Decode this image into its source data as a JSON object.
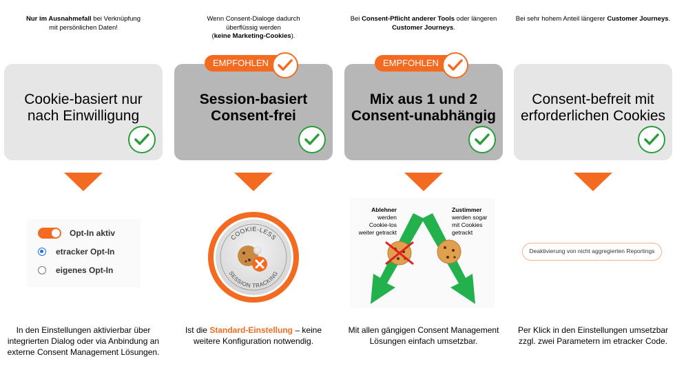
{
  "columns": [
    {
      "note": [
        "Nur im Ausnahmefall",
        " bei Verknüpfung",
        "mit persönlichen Daten!"
      ],
      "title_line1": "Cookie-basiert nur",
      "title_line2": "nach Einwilligung",
      "desc": "In den Einstellungen aktivierbar über integrierten Dialog oder via Anbindung an externe Consent Management Lösungen."
    },
    {
      "note_line1": "Wenn Consent-Dialoge dadurch",
      "note_line2": "überflüssig werden",
      "note_line3_open": "(",
      "note_line3_bold": "keine Marketing-Cookies",
      "note_line3_close": ").",
      "badge": "EMPFOHLEN",
      "title_line1": "Session-basiert",
      "title_line2": "Consent-frei",
      "desc_pre": "Ist die ",
      "desc_hl": "Standard-Einstellung",
      "desc_post": " – keine weitere Konfiguration notwendig."
    },
    {
      "note_pre": "Bei ",
      "note_bold1": "Consent-Pflicht anderer Tools",
      "note_mid": " oder längeren ",
      "note_bold2": "Customer Journeys",
      "note_end": ".",
      "badge": "EMPFOHLEN",
      "title_line1": "Mix aus 1 und 2",
      "title_line2": "Consent-unabhängig",
      "desc": "Mit allen gängigen Consent Management Lösungen einfach umsetzbar."
    },
    {
      "note_pre": "Bei sehr hohem Anteil längerer ",
      "note_bold": "Customer Journeys",
      "note_end": ".",
      "title_line1": "Consent-befreit mit",
      "title_line2": "erforderlichen Cookies",
      "desc": "Per Klick in den Einstellungen umsetzbar zzgl. zwei Parametern im etracker Code."
    }
  ],
  "optin": {
    "toggle_label": "Opt-In aktiv",
    "radio1_label": "etracker Opt-In",
    "radio2_label": "eigenes Opt-In",
    "toggle_on": true,
    "selected": "etracker Opt-In"
  },
  "seal": {
    "top_text": "COOKIE-LESS",
    "bottom_text": "SESSION TRACKING"
  },
  "mix": {
    "left_title": "Ablehner",
    "left_l1": "werden",
    "left_l2": "Cookie-los",
    "left_l3": "weiter getrackt",
    "right_title": "Zustimmer",
    "right_l1": "werden sogar",
    "right_l2": "mit Cookies",
    "right_l3": "getrackt"
  },
  "deactivate_button": "Deaktivierung von nicht aggregierten Reportings",
  "colors": {
    "accent": "#f26b21",
    "check_green": "#2a9d3a",
    "arrow_green": "#22b14c",
    "card_light": "#e6e6e6",
    "card_dark": "#b7b7b7"
  }
}
